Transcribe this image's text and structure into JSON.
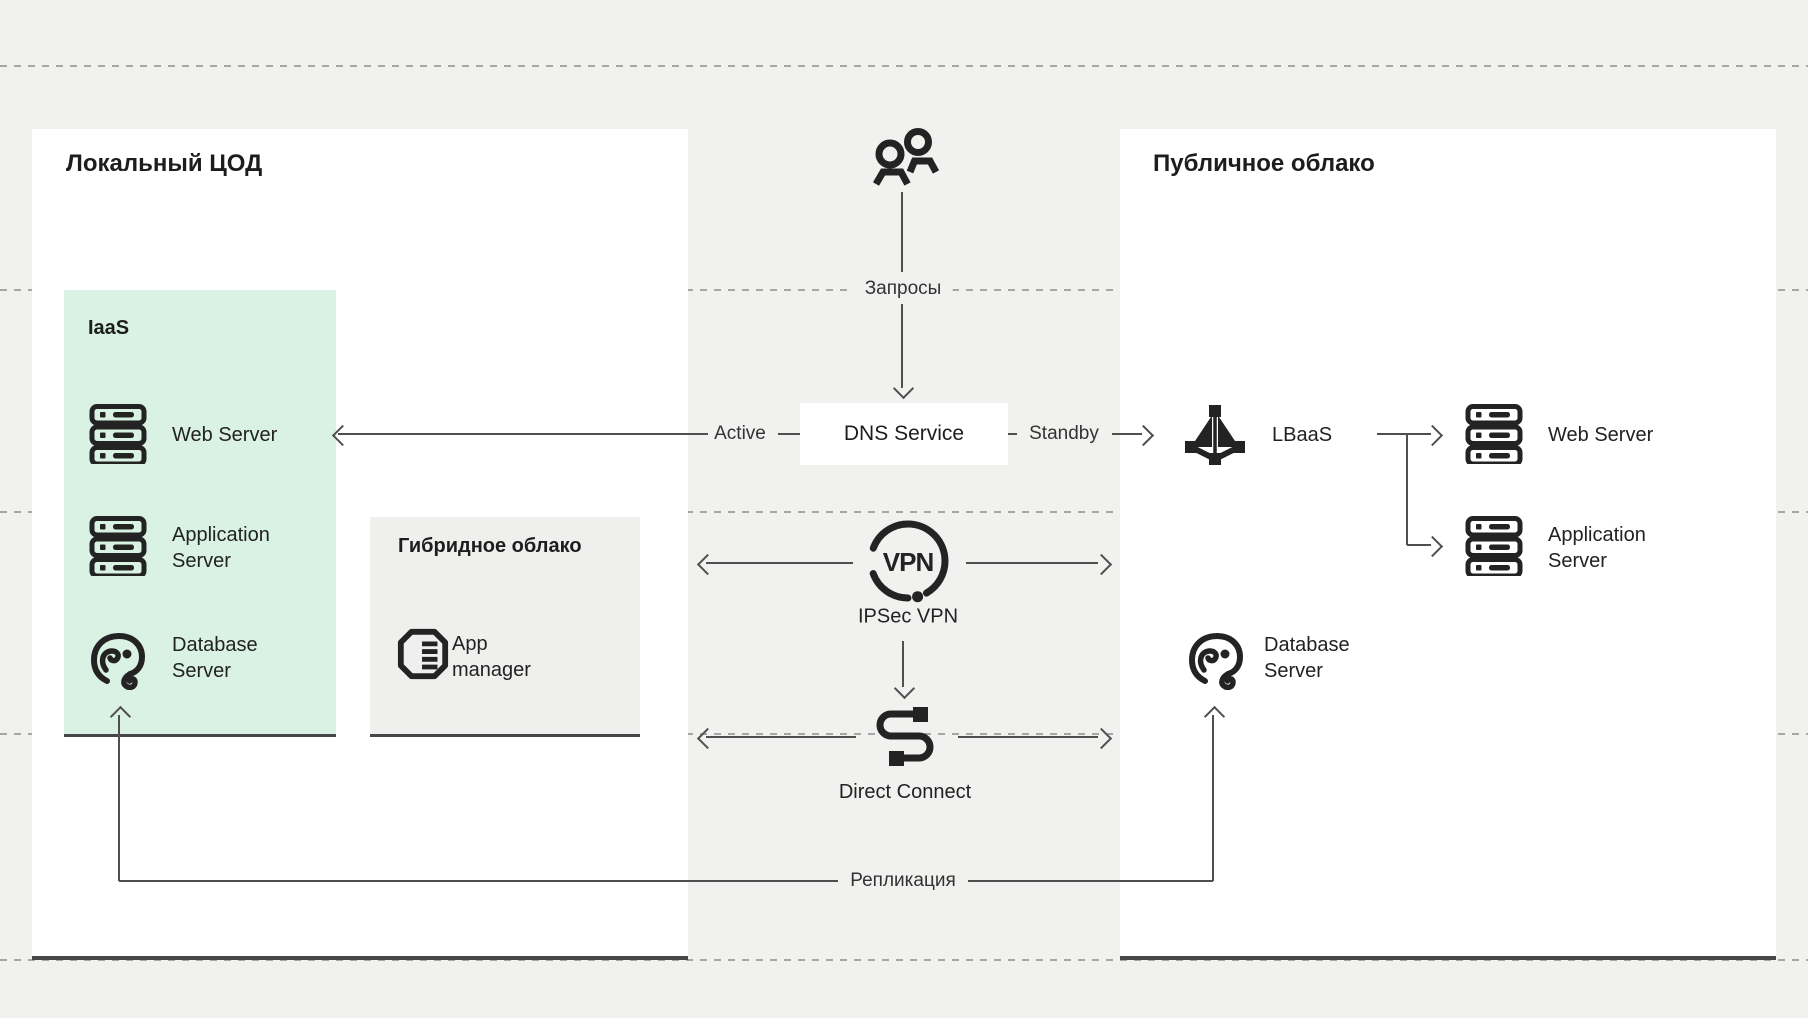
{
  "colors": {
    "background": "#f1f1f0",
    "panel_white": "#ffffff",
    "iaas_green": "#d9f2e4",
    "hybrid_grey": "#efefee",
    "connector_line": "#4f4f4f",
    "dashed_guide": "#a6a6a6",
    "dark_border": "#474747",
    "icon_ink": "#232323"
  },
  "local_dc": {
    "title": "Локальный ЦОД",
    "iaas": {
      "title": "IaaS",
      "web_server": "Web Server",
      "app_server": "Application Server",
      "db_server": "Database Server"
    },
    "hybrid": {
      "title": "Гибридное облако",
      "app_manager": "App manager"
    }
  },
  "public_cloud": {
    "title": "Публичное облако",
    "lbaas": "LBaaS",
    "web_server": "Web Server",
    "app_server": "Application Server",
    "db_server": "Database Server"
  },
  "flows": {
    "requests": "Запросы",
    "dns": "DNS Service",
    "active": "Active",
    "standby": "Standby",
    "vpn_badge": "VPN",
    "ipsec_vpn": "IPSec VPN",
    "direct_connect": "Direct Connect",
    "replication": "Репликация"
  },
  "icons": [
    "users-icon",
    "server-icon",
    "database-elephant-icon",
    "app-manager-icon",
    "load-balancer-icon",
    "vpn-icon",
    "direct-connect-icon"
  ]
}
